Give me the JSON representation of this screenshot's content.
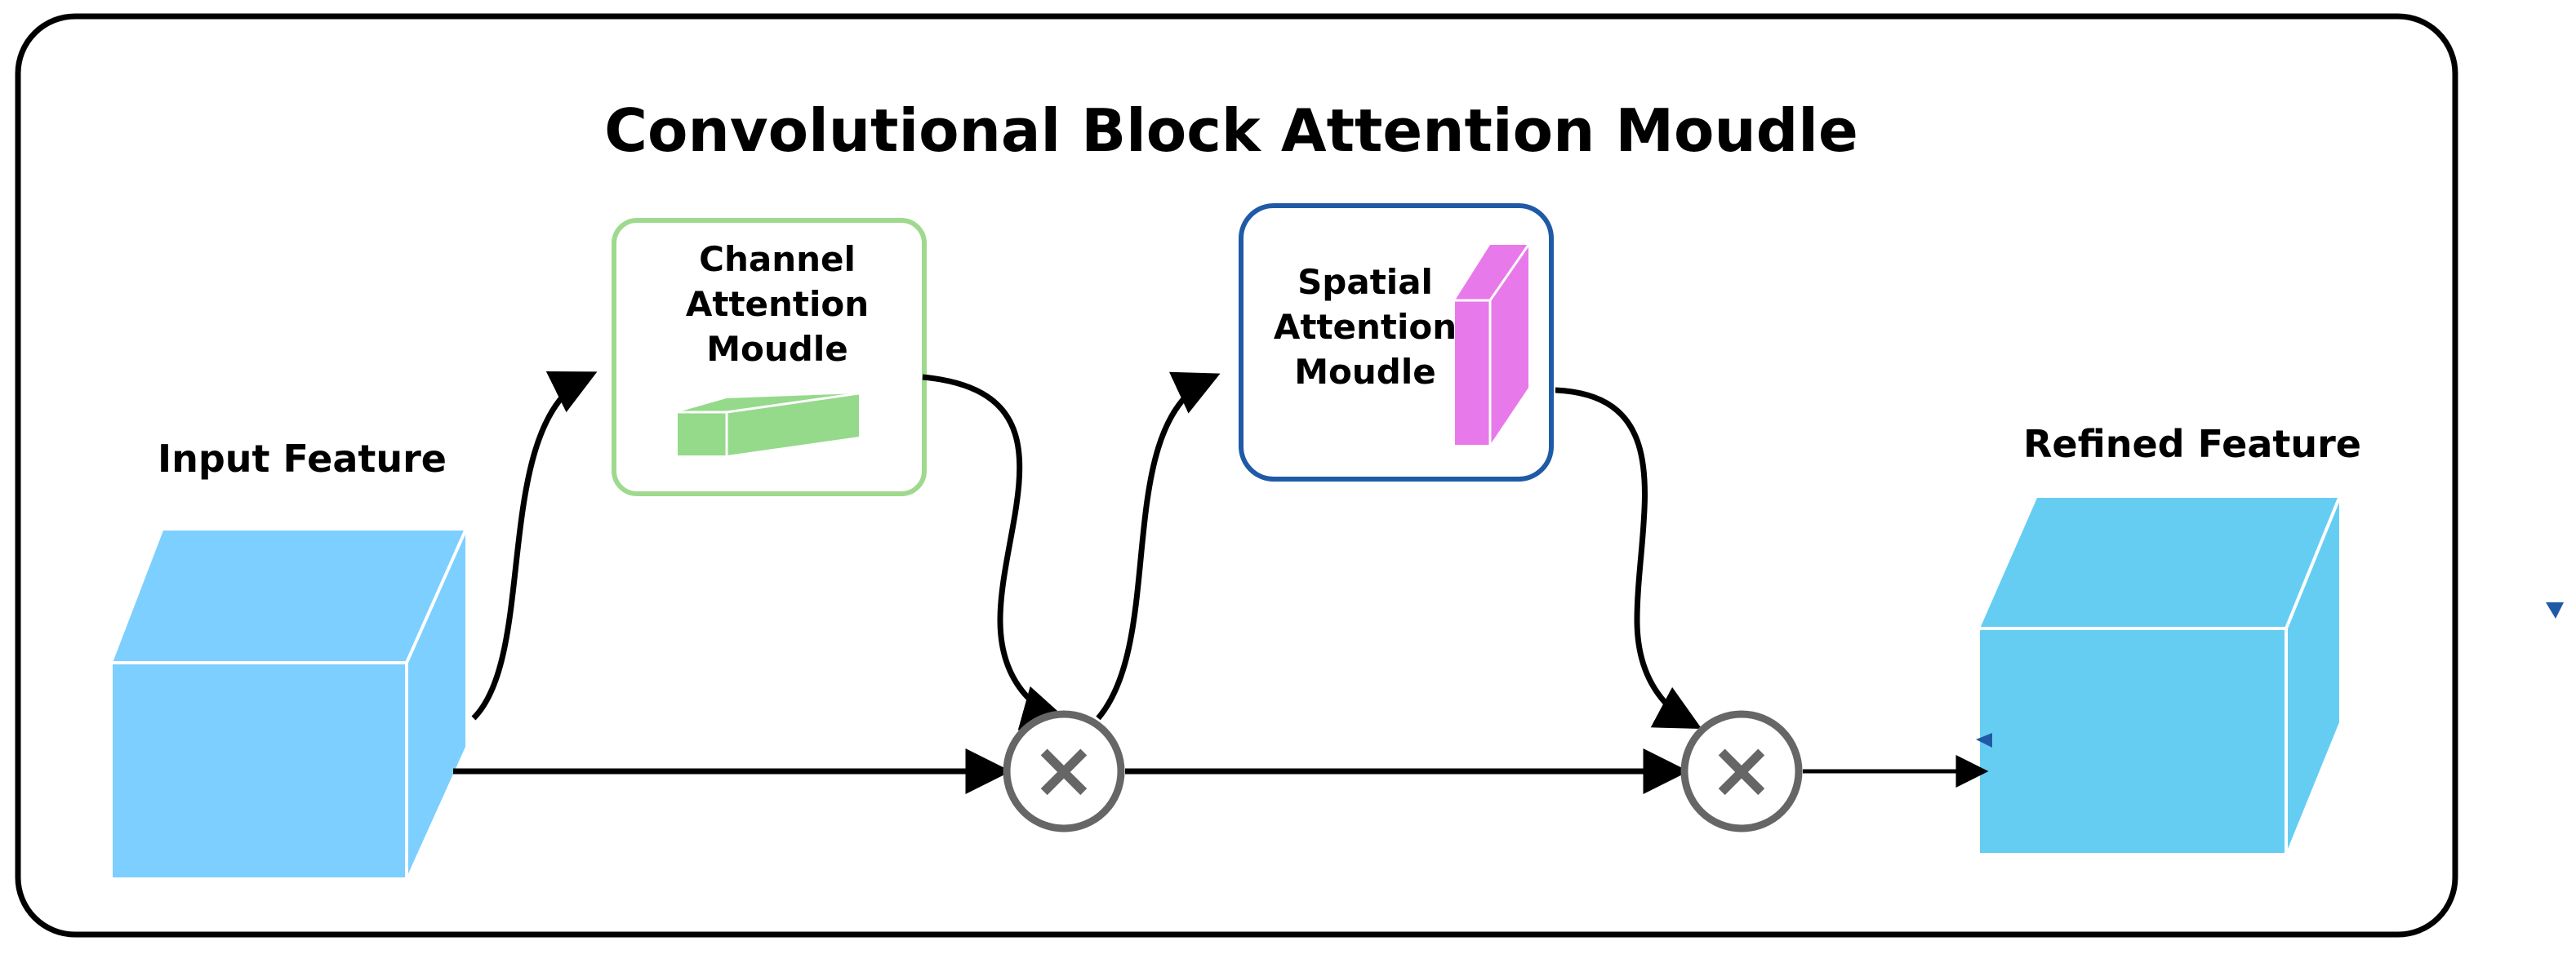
{
  "diagram": {
    "title": "Convolutional Block Attention Moudle",
    "input_label": "Input Feature",
    "refined_label": "Refined Feature",
    "channel_module": {
      "line1": "Channel",
      "line2": "Attention",
      "line3": "Moudle"
    },
    "spatial_module": {
      "line1": "Spatial",
      "line2": "Attention",
      "line3": "Moudle"
    },
    "multiply_symbol": "×"
  },
  "colors": {
    "frame": "#000000",
    "input_cube": "#7ccfff",
    "refined_cube": "#66cdf2",
    "channel_border": "#9fd98e",
    "channel_block": "#95d98a",
    "spatial_border": "#1f5aa6",
    "spatial_block": "#e879ea",
    "multiply_ring": "#666666",
    "stray_marker": "#1f5aa6"
  }
}
